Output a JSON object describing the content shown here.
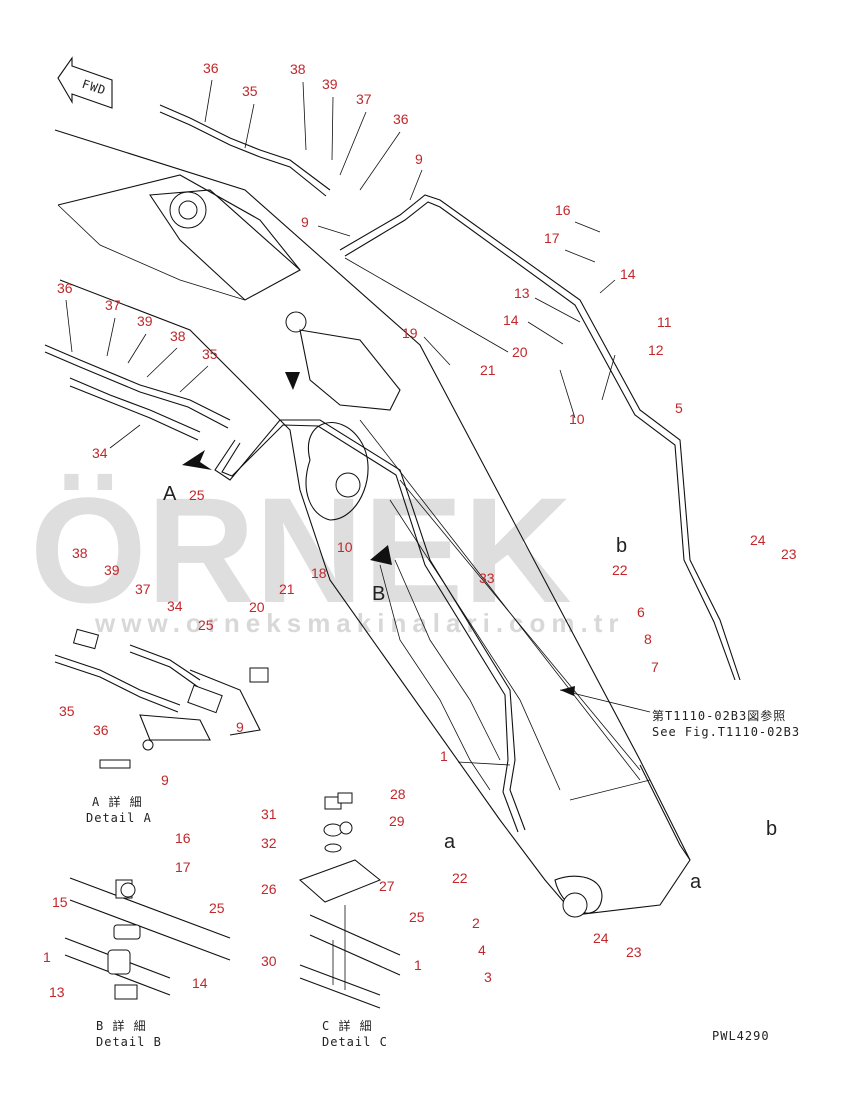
{
  "diagram": {
    "fwd_label": "FWD",
    "drawing_code": "PWL4290",
    "reference_jp": "第T1110-02B3図参照",
    "reference_en": "See Fig.T1110-02B3",
    "detail_a_jp": "A 詳 細",
    "detail_a_en": "Detail A",
    "detail_b_jp": "B 詳 細",
    "detail_b_en": "Detail B",
    "detail_c_jp": "C 詳 細",
    "detail_c_en": "Detail C",
    "view_a": "A",
    "view_b": "B",
    "view_a_small": "a",
    "view_b_small": "b",
    "labels": [
      {
        "id": "l1",
        "text": "36"
      },
      {
        "id": "l2",
        "text": "35"
      },
      {
        "id": "l3",
        "text": "38"
      },
      {
        "id": "l4",
        "text": "39"
      },
      {
        "id": "l5",
        "text": "37"
      },
      {
        "id": "l6",
        "text": "36"
      },
      {
        "id": "l7",
        "text": "9"
      },
      {
        "id": "l8",
        "text": "9"
      },
      {
        "id": "l9",
        "text": "16"
      },
      {
        "id": "l10",
        "text": "17"
      },
      {
        "id": "l11",
        "text": "14"
      },
      {
        "id": "l12",
        "text": "13"
      },
      {
        "id": "l13",
        "text": "11"
      },
      {
        "id": "l14",
        "text": "14"
      },
      {
        "id": "l15",
        "text": "12"
      },
      {
        "id": "l16",
        "text": "20"
      },
      {
        "id": "l17",
        "text": "19"
      },
      {
        "id": "l18",
        "text": "21"
      },
      {
        "id": "l19",
        "text": "10"
      },
      {
        "id": "l20",
        "text": "5"
      },
      {
        "id": "l21",
        "text": "36"
      },
      {
        "id": "l22",
        "text": "37"
      },
      {
        "id": "l23",
        "text": "39"
      },
      {
        "id": "l24",
        "text": "38"
      },
      {
        "id": "l25",
        "text": "35"
      },
      {
        "id": "l26",
        "text": "34"
      },
      {
        "id": "l27",
        "text": "25"
      },
      {
        "id": "l28",
        "text": "10"
      },
      {
        "id": "l29",
        "text": "18"
      },
      {
        "id": "l30",
        "text": "20"
      },
      {
        "id": "l31",
        "text": "21"
      },
      {
        "id": "l32",
        "text": "33"
      },
      {
        "id": "l33",
        "text": "22"
      },
      {
        "id": "l34",
        "text": "24"
      },
      {
        "id": "l35",
        "text": "23"
      },
      {
        "id": "l36",
        "text": "6"
      },
      {
        "id": "l37",
        "text": "8"
      },
      {
        "id": "l38",
        "text": "7"
      },
      {
        "id": "l39",
        "text": "38"
      },
      {
        "id": "l40",
        "text": "39"
      },
      {
        "id": "l41",
        "text": "37"
      },
      {
        "id": "l42",
        "text": "34"
      },
      {
        "id": "l43",
        "text": "25"
      },
      {
        "id": "l44",
        "text": "35"
      },
      {
        "id": "l45",
        "text": "36"
      },
      {
        "id": "l46",
        "text": "9"
      },
      {
        "id": "l47",
        "text": "9"
      },
      {
        "id": "l48",
        "text": "1"
      },
      {
        "id": "l49",
        "text": "16"
      },
      {
        "id": "l50",
        "text": "17"
      },
      {
        "id": "l51",
        "text": "15"
      },
      {
        "id": "l52",
        "text": "25"
      },
      {
        "id": "l53",
        "text": "1"
      },
      {
        "id": "l54",
        "text": "13"
      },
      {
        "id": "l55",
        "text": "14"
      },
      {
        "id": "l56",
        "text": "28"
      },
      {
        "id": "l57",
        "text": "31"
      },
      {
        "id": "l58",
        "text": "29"
      },
      {
        "id": "l59",
        "text": "32"
      },
      {
        "id": "l60",
        "text": "26"
      },
      {
        "id": "l61",
        "text": "27"
      },
      {
        "id": "l62",
        "text": "25"
      },
      {
        "id": "l63",
        "text": "30"
      },
      {
        "id": "l64",
        "text": "1"
      },
      {
        "id": "l65",
        "text": "22"
      },
      {
        "id": "l66",
        "text": "2"
      },
      {
        "id": "l67",
        "text": "4"
      },
      {
        "id": "l68",
        "text": "3"
      },
      {
        "id": "l69",
        "text": "24"
      },
      {
        "id": "l70",
        "text": "23"
      }
    ]
  },
  "watermark": {
    "brand": "ÖRNEK",
    "url": "www.orneksmakinalari.com.tr"
  }
}
